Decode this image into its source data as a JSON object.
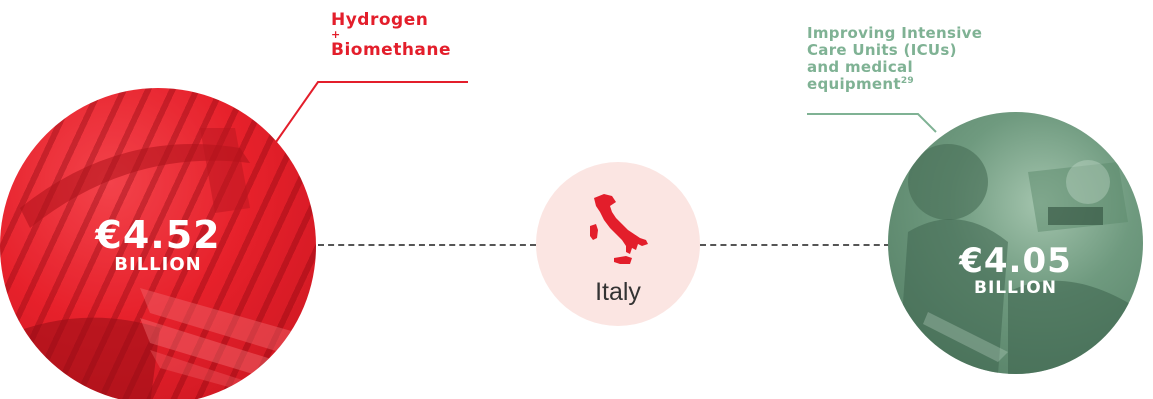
{
  "left_item": {
    "label_lines": [
      "Hydrogen",
      "+",
      "Biomethane"
    ],
    "amount": "€4.52",
    "unit": "BILLION",
    "color": "#e31e2b"
  },
  "center": {
    "country": "Italy",
    "icon": "italy-map-icon",
    "circle_color": "#fbe5e2",
    "map_color": "#e31e2b"
  },
  "right_item": {
    "label_lines": [
      "Improving Intensive",
      "Care Units (ICUs)",
      "and medical",
      "equipment"
    ],
    "footnote": "29",
    "amount": "€4.05",
    "unit": "BILLION",
    "color": "#7fb294"
  }
}
